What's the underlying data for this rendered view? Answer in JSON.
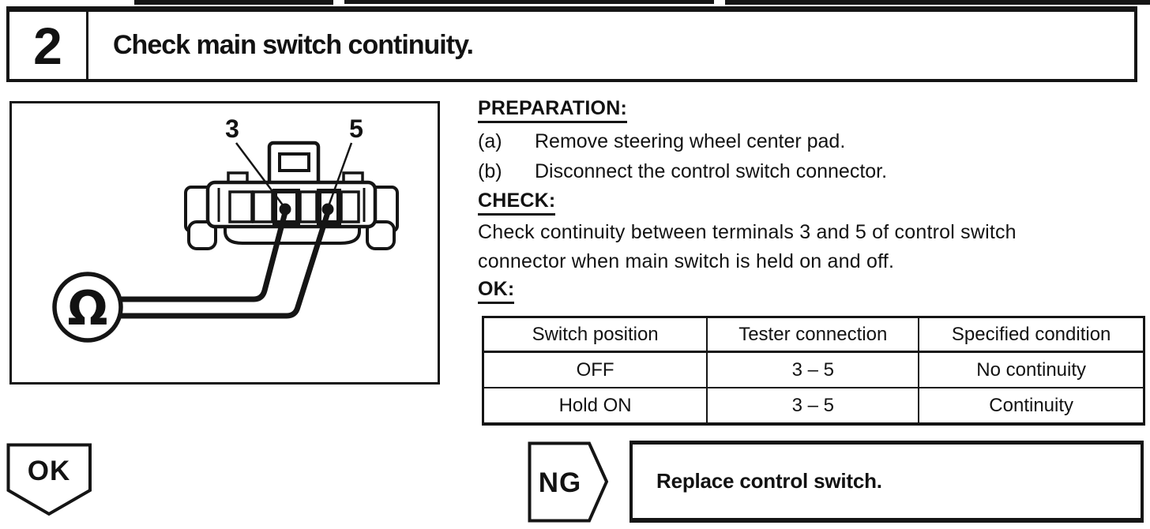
{
  "step": {
    "number": "2",
    "title": "Check main switch continuity."
  },
  "figure": {
    "terminal_label_3": "3",
    "terminal_label_5": "5",
    "meter_symbol": "Ω"
  },
  "preparation": {
    "heading": "PREPARATION:",
    "items": [
      {
        "label": "(a)",
        "text": "Remove steering wheel center pad."
      },
      {
        "label": "(b)",
        "text": "Disconnect the control switch connector."
      }
    ]
  },
  "check": {
    "heading": "CHECK:",
    "line1": "Check continuity between terminals 3 and 5 of control switch",
    "line2": "connector when main switch is held on and off."
  },
  "ok_spec": {
    "heading": "OK:"
  },
  "table": {
    "headers": [
      "Switch position",
      "Tester connection",
      "Specified condition"
    ],
    "rows": [
      [
        "OFF",
        "3 – 5",
        "No continuity"
      ],
      [
        "Hold ON",
        "3 – 5",
        "Continuity"
      ]
    ]
  },
  "flow": {
    "ok_label": "OK",
    "ng_label": "NG",
    "ng_action": "Replace control switch."
  },
  "colors": {
    "ink": "#151515",
    "paper": "#ffffff"
  }
}
